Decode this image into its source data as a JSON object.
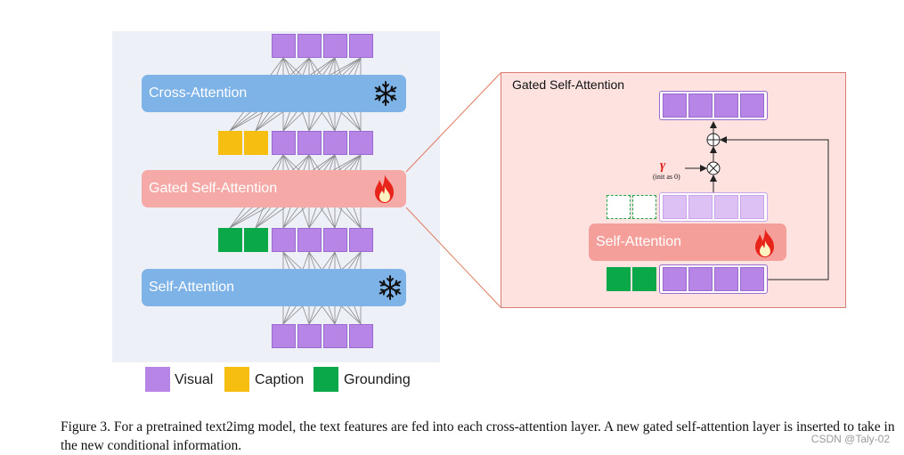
{
  "left_blocks": {
    "cross_attention": "Cross-Attention",
    "gated_self_attention": "Gated Self-Attention",
    "self_attention": "Self-Attention"
  },
  "right_panel": {
    "title": "Gated Self-Attention",
    "self_attention": "Self-Attention",
    "gamma": "γ",
    "gamma_note": "(init as 0)"
  },
  "legend": [
    {
      "label": "Visual",
      "color": "#b685e5"
    },
    {
      "label": "Caption",
      "color": "#f7be12"
    },
    {
      "label": "Grounding",
      "color": "#0ba84a"
    }
  ],
  "caption": "Figure 3. For a pretrained text2img model, the text features are fed into each cross-attention layer. A new gated self-attention layer is inserted to take in the new conditional information.",
  "watermark": "CSDN @Taly-02",
  "icons": {
    "frozen": "snowflake-icon",
    "trainable": "fire-icon"
  },
  "colors": {
    "visual": "#b685e5",
    "caption": "#f7be12",
    "grounding": "#0ba84a",
    "frozen_block": "#7eb3e8",
    "trainable_block": "#f6aaa7"
  }
}
